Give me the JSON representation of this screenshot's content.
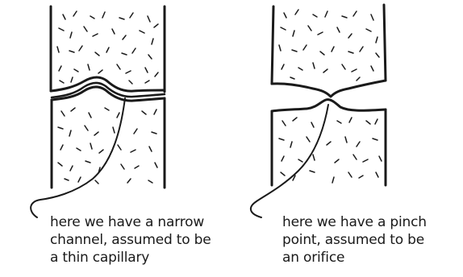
{
  "left_panel": {
    "caption_lines": [
      "here we have a narrow",
      "channel, assumed to be",
      "a thin capillary"
    ]
  },
  "right_panel": {
    "caption_lines": [
      "here we have a pinch",
      "point, assumed to be",
      "an orifice"
    ]
  },
  "colors": {
    "ink": "#1a1a1a",
    "background": "#ffffff"
  }
}
